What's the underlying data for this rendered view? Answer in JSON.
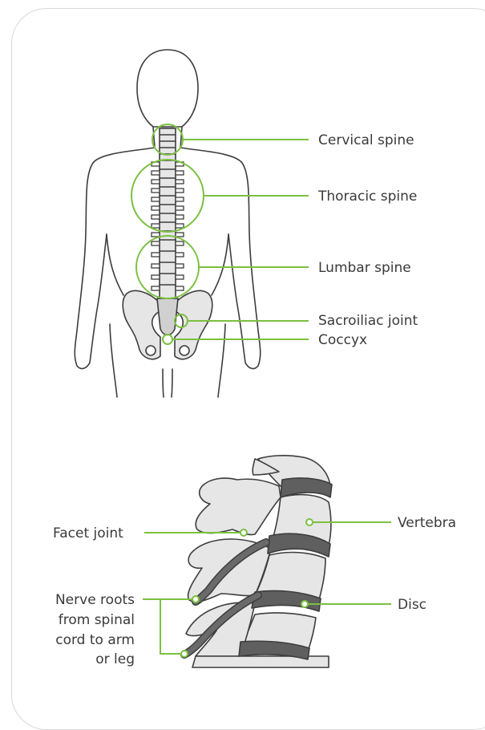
{
  "colors": {
    "outline": "#3d3d3d",
    "accent": "#7cc040",
    "bone": "#e6e6e6",
    "bone_dark": "#c9c9c9",
    "disc": "#5f5f5f",
    "card_border": "#d9d9d9"
  },
  "body_labels": {
    "cervical": "Cervical spine",
    "thoracic": "Thoracic spine",
    "lumbar": "Lumbar spine",
    "sacroiliac": "Sacroiliac joint",
    "coccyx": "Coccyx"
  },
  "detail_labels": {
    "facet_joint": "Facet joint",
    "vertebra": "Vertebra",
    "disc": "Disc",
    "nerve_roots": [
      "Nerve roots",
      "from spinal",
      "cord to arm",
      "or leg"
    ]
  }
}
